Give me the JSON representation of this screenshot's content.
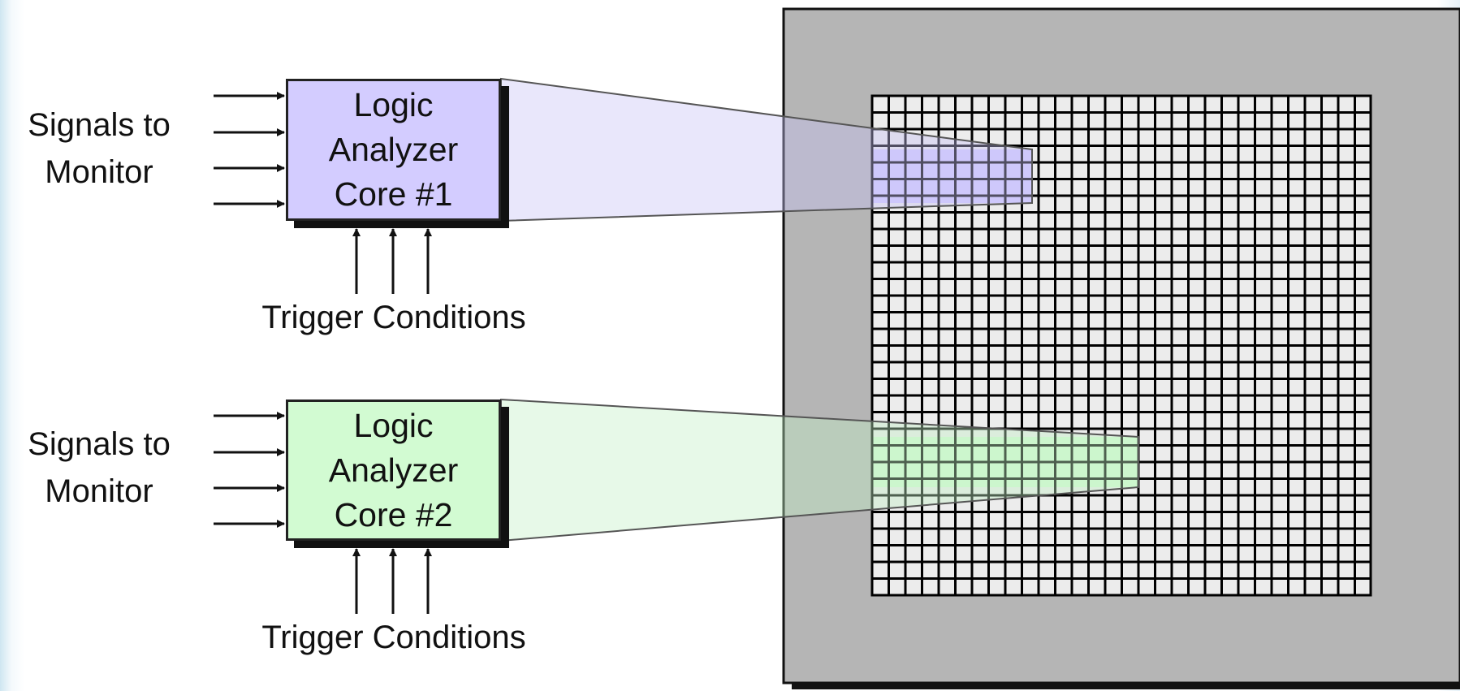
{
  "cores": [
    {
      "title_lines": [
        "Logic",
        "Analyzer",
        "Core #1"
      ],
      "signals_label": [
        "Signals to",
        "Monitor"
      ],
      "trigger_label": "Trigger Conditions",
      "fill_color": "#d3ccff",
      "projection_color": "#c9c2f5"
    },
    {
      "title_lines": [
        "Logic",
        "Analyzer",
        "Core #2"
      ],
      "signals_label": [
        "Signals to",
        "Monitor"
      ],
      "trigger_label": "Trigger Conditions",
      "fill_color": "#d2fbd2",
      "projection_color": "#c4f0c6"
    }
  ],
  "chip": {
    "package_color": "#b5b5b5",
    "grid_color": "#ececec",
    "grid_line_color": "#000000"
  }
}
